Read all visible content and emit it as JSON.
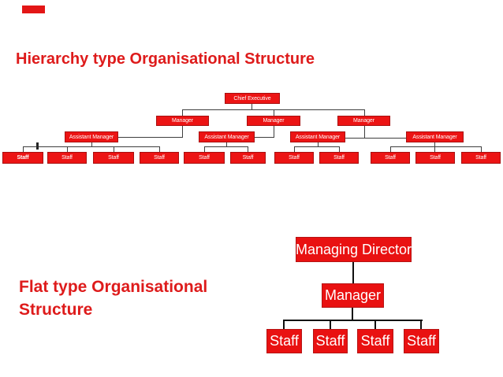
{
  "slide": {
    "background": "#ffffff"
  },
  "colors": {
    "accent": "#e31616",
    "title-red": "#de1b1b",
    "box-red": "#ec1414",
    "box-border": "#a81010",
    "flat-box-red": "#e91111",
    "flat-box-border": "#b61414",
    "line-dark": "#3e3e3e",
    "flat-line": "#101010"
  },
  "titles": {
    "hierarchy": "Hierarchy type Organisational Structure",
    "flat": "Flat type Organisational Structure"
  },
  "hierarchy_chart": {
    "type": "org-tree",
    "root": "Chief Executive",
    "managers": [
      "Manager",
      "Manager",
      "Manager"
    ],
    "assistant_managers": [
      "Assistant Manager",
      "Assistant Manager",
      "Assistant Manager",
      "Assistant Manager"
    ],
    "staff": [
      "Staff",
      "Staff",
      "Staff",
      "Staff",
      "Staff",
      "Staff",
      "Staff",
      "Staff",
      "Staff",
      "Staff",
      "Staff"
    ],
    "structure_note": "Chief Executive over 3 Managers; 4 Assistant Managers; staff groups of 4,2,2,3"
  },
  "flat_chart": {
    "type": "org-tree",
    "root": "Managing Director",
    "manager": "Manager",
    "staff": [
      "Staff",
      "Staff",
      "Staff",
      "Staff"
    ]
  }
}
